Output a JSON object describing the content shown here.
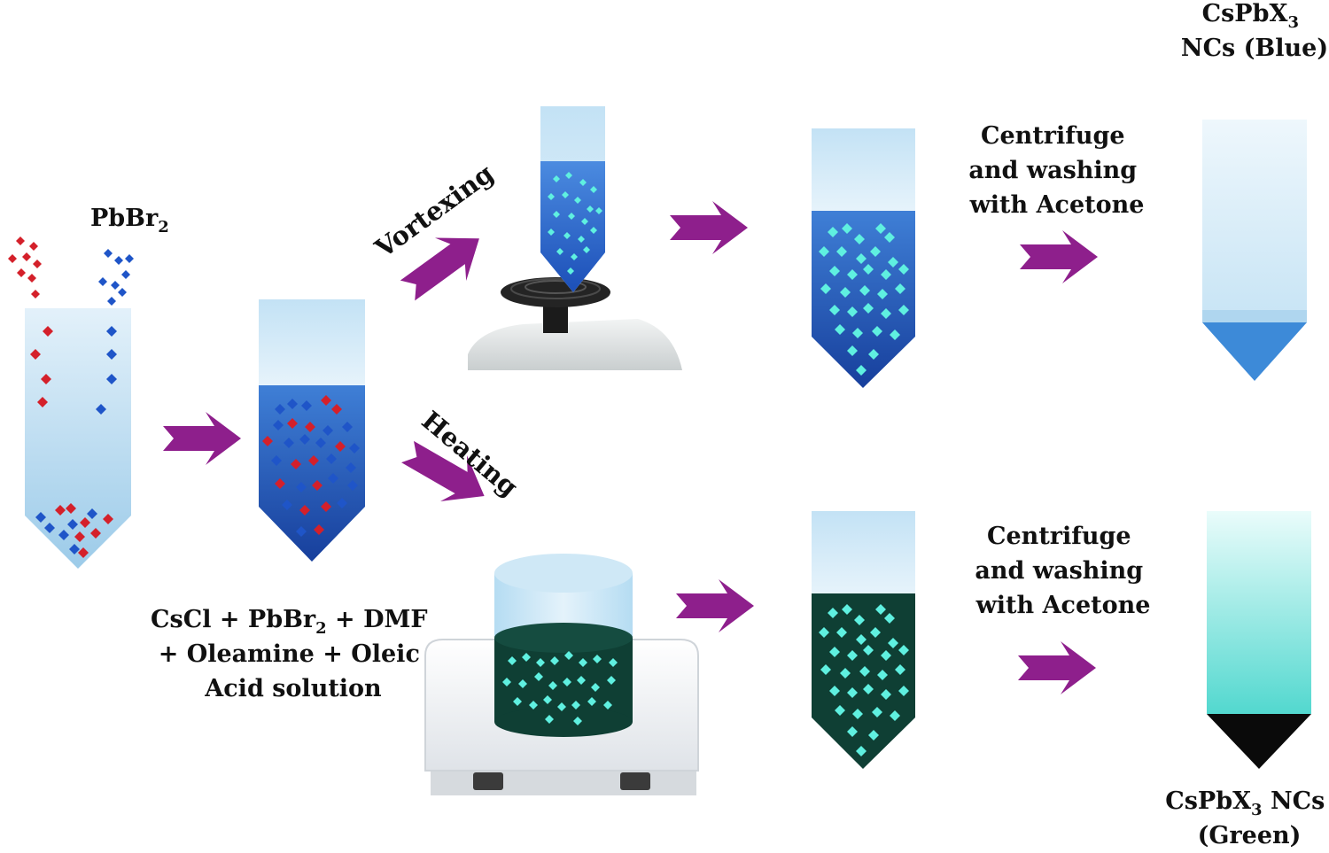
{
  "colors": {
    "arrow": "#8e1f8c",
    "red_particle": "#d4202a",
    "blue_particle": "#1f55c8",
    "cyan_particle": "#5ff0e0",
    "blue_solution": "#1e5fc4",
    "green_solution": "#0f3f34",
    "tube_top": "#cfe6f4"
  },
  "labels": {
    "precursor_1": "PbBr",
    "precursor_1_sub": "2",
    "vortexing": "Vortexing",
    "heating": "Heating",
    "solution_line1_a": "CsCl + PbBr",
    "solution_line1_sub": "2",
    "solution_line1_b": " + DMF",
    "solution_line2": "+ Oleamine + Oleic",
    "solution_line3": "Acid solution",
    "centrifuge_top": [
      "Centrifuge",
      "and washing",
      "with Acetone"
    ],
    "centrifuge_bottom": [
      "Centrifuge",
      "and washing",
      "with Acetone"
    ],
    "product_blue_a": "CsPbX",
    "product_blue_sub": "3",
    "product_blue_b": "NCs (Blue)",
    "product_green_a": "CsPbX",
    "product_green_sub": "3",
    "product_green_a2": " NCs",
    "product_green_b": "(Green)"
  }
}
